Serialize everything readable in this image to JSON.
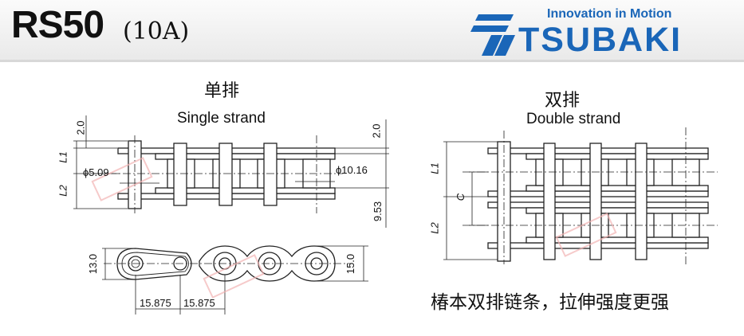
{
  "header": {
    "model": "RS50",
    "model_sub": "(10A)",
    "tagline": "Innovation in Motion",
    "brand": "TSUBAKI",
    "brand_color": "#1a66b8"
  },
  "single": {
    "title_zh": "单排",
    "title_en": "Single strand",
    "dims": {
      "plate_clearance_top": "2.0",
      "plate_clearance_right": "2.0",
      "l1": "L1",
      "l2": "L2",
      "pin_dia": "ϕ5.09",
      "roller_dia": "ϕ10.16",
      "inner_width": "9.53",
      "plate_height_left": "13.0",
      "plate_height_right": "15.0",
      "pitch_1": "15.875",
      "pitch_2": "15.875"
    }
  },
  "double": {
    "title_zh": "双排",
    "title_en": "Double strand",
    "dims": {
      "l1": "L1",
      "l2": "L2",
      "c": "C"
    }
  },
  "caption": "椿本双排链条，拉伸强度更强"
}
